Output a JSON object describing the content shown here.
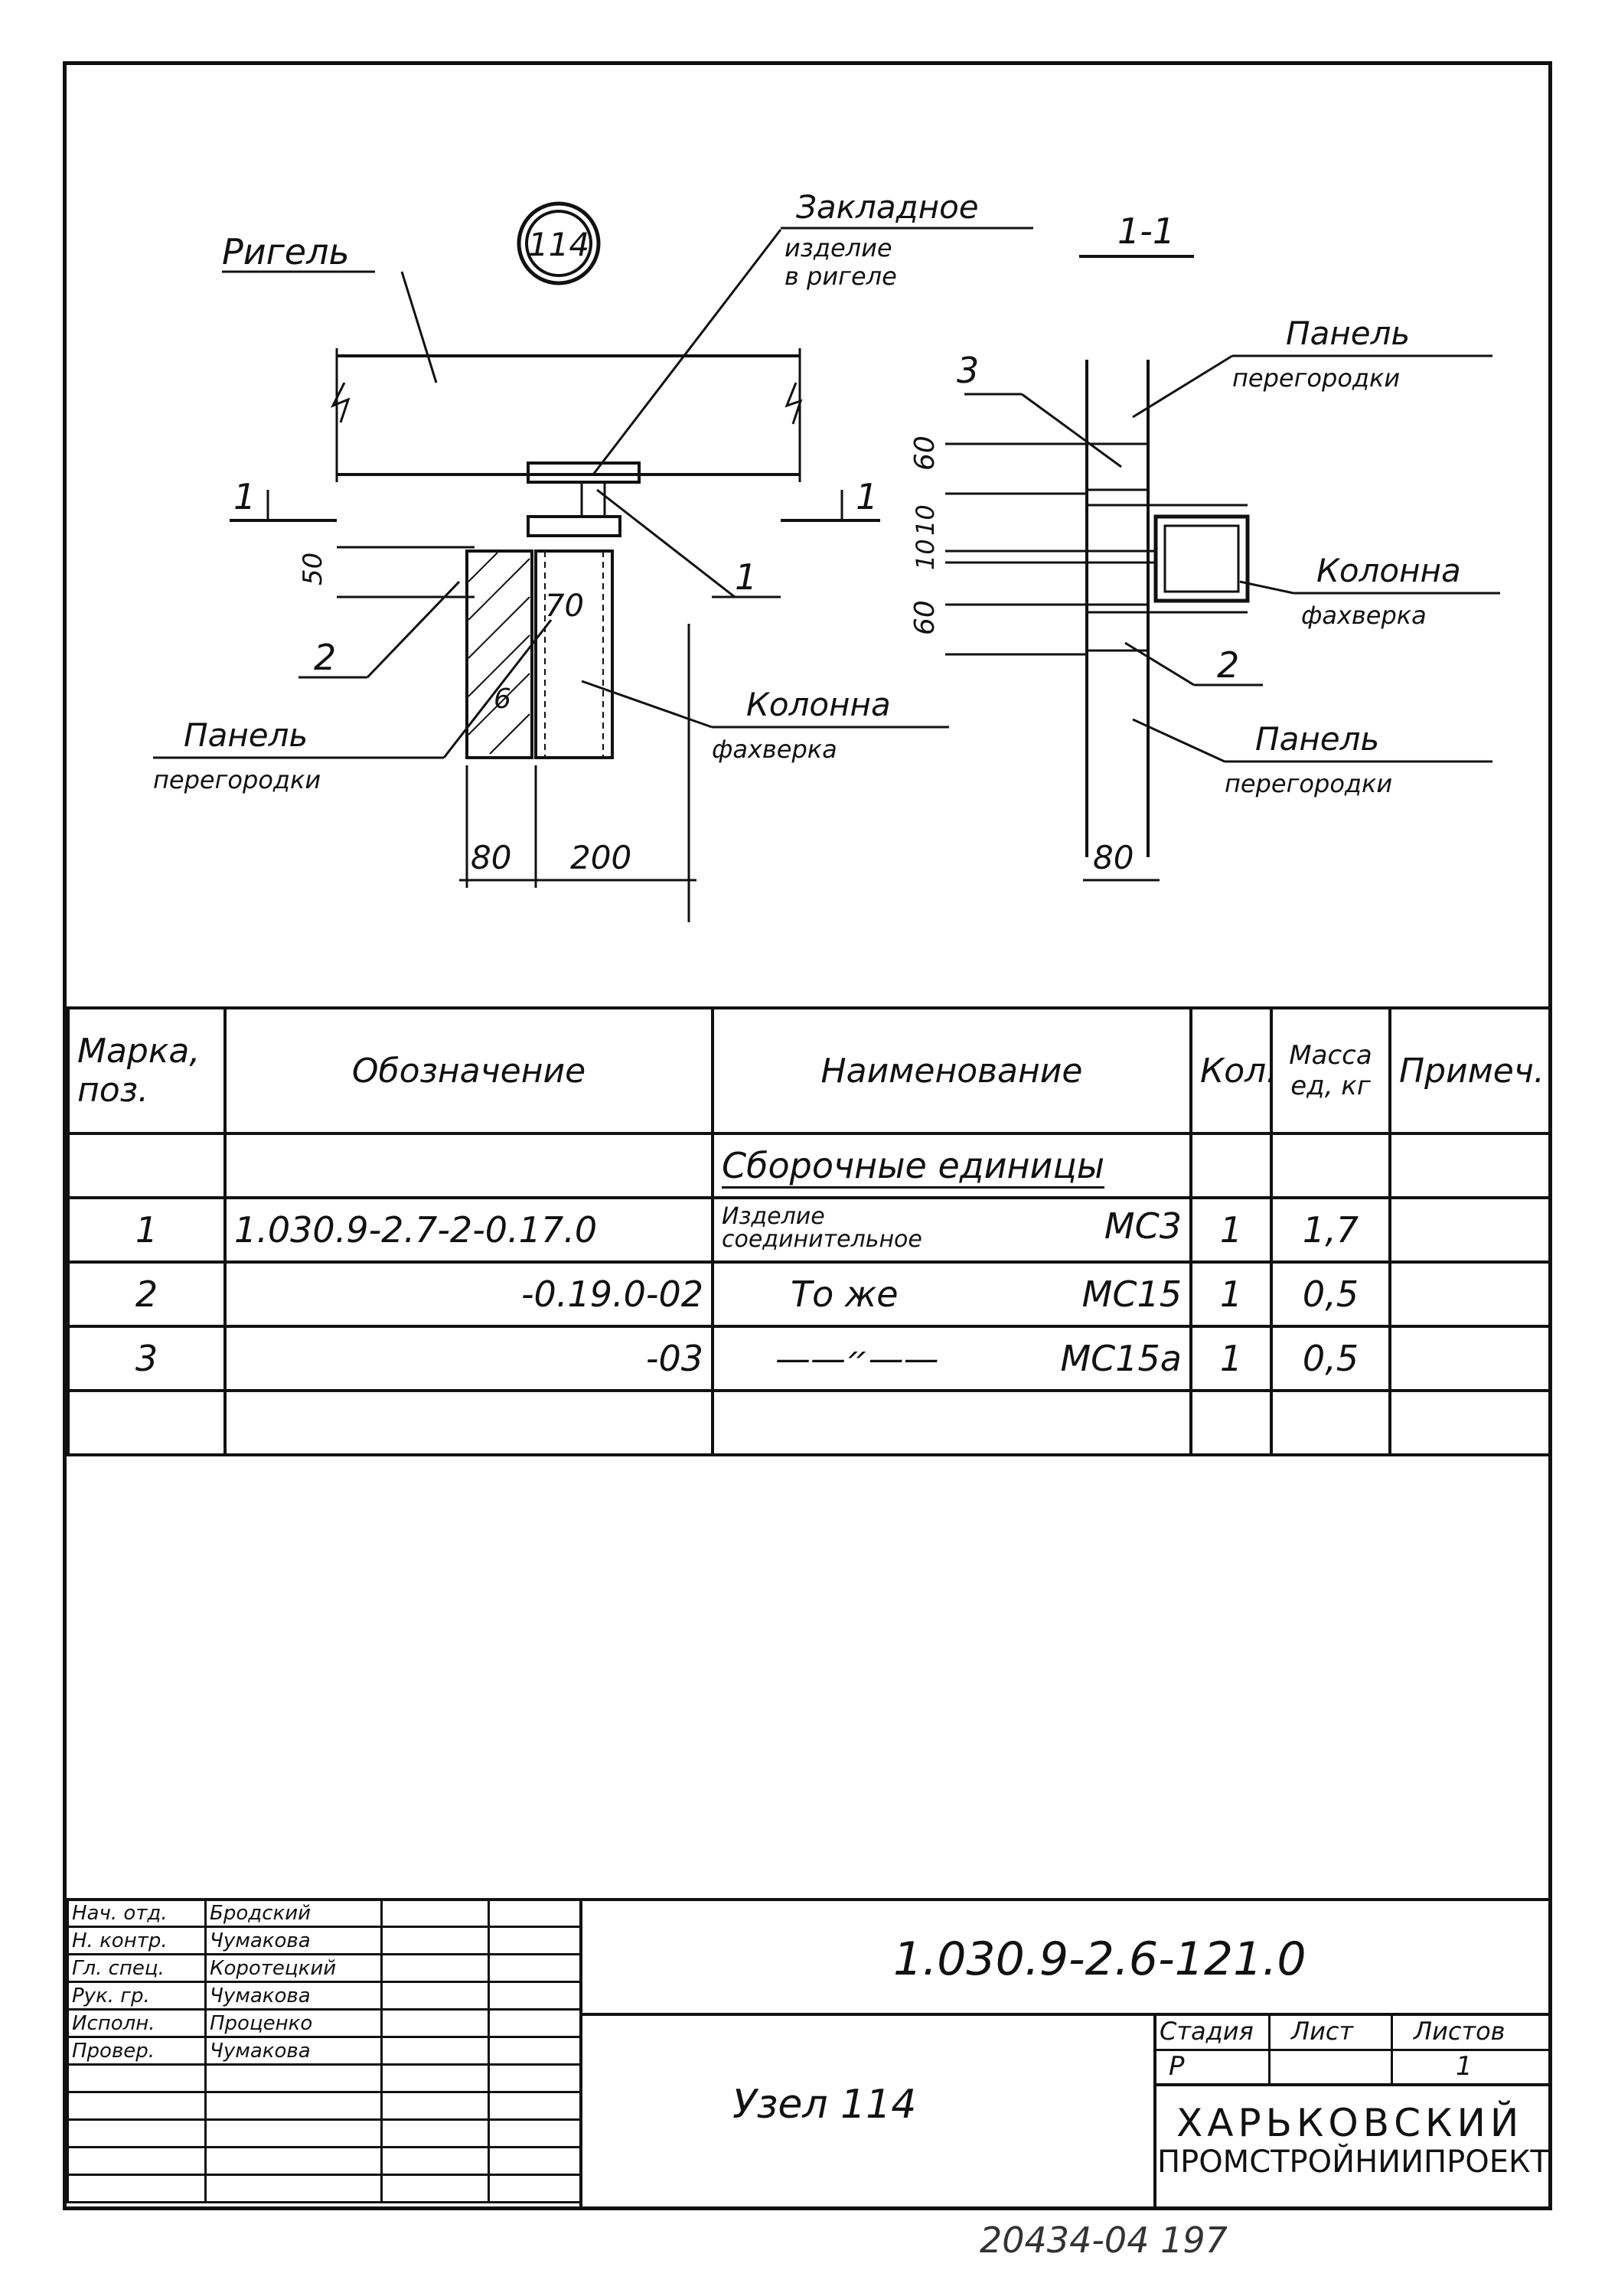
{
  "drawing": {
    "node_number": "114",
    "section_label": "1-1",
    "labels": {
      "rigel": "Ригель",
      "embedded_line1": "Закладное",
      "embedded_line2": "изделие",
      "embedded_line3": "в ригеле",
      "panel_left_line1": "Панель",
      "panel_left_line2": "перегородки",
      "column_left_line1": "Колонна",
      "column_left_line2": "фахверка",
      "panel_right_top_line1": "Панель",
      "panel_right_top_line2": "перегородки",
      "column_right_line1": "Колонна",
      "column_right_line2": "фахверка",
      "panel_right_bottom_line1": "Панель",
      "panel_right_bottom_line2": "перегородки"
    },
    "callouts": {
      "left_1": "1",
      "left_2": "2",
      "right_3": "3",
      "right_2": "2",
      "section_mark_left": "1",
      "section_mark_right": "1"
    },
    "dimensions": {
      "d50": "50",
      "d70": "70",
      "d80_left": "80",
      "d200": "200",
      "d60_top": "60",
      "d10a": "10",
      "d10b": "10",
      "d60_bottom": "60",
      "d80_right": "80",
      "d6": "6"
    }
  },
  "spec_table": {
    "headers": {
      "mark_line1": "Марка,",
      "mark_line2": "поз.",
      "designation": "Обозначение",
      "name": "Наименование",
      "qty": "Кол.",
      "mass_line1": "Масса",
      "mass_line2": "ед, кг",
      "note": "Примеч."
    },
    "section_title": "Сборочные единицы",
    "rows": [
      {
        "pos": "1",
        "designation": "1.030.9-2.7-2-0.17.0",
        "name_line1": "Изделие",
        "name_line2": "соединительное",
        "mark": "МС3",
        "qty": "1",
        "mass": "1,7"
      },
      {
        "pos": "2",
        "designation": "-0.19.0-02",
        "name": "То же",
        "mark": "МС15",
        "qty": "1",
        "mass": "0,5"
      },
      {
        "pos": "3",
        "designation": "-03",
        "name": "——״——",
        "mark": "МС15а",
        "qty": "1",
        "mass": "0,5"
      }
    ]
  },
  "title_block": {
    "signers": [
      {
        "role": "Нач. отд.",
        "name": "Бродский"
      },
      {
        "role": "Н. контр.",
        "name": "Чумакова"
      },
      {
        "role": "Гл. спец.",
        "name": "Коротецкий"
      },
      {
        "role": "Рук. гр.",
        "name": "Чумакова"
      },
      {
        "role": "Исполн.",
        "name": "Проценко"
      },
      {
        "role": "Провер.",
        "name": "Чумакова"
      }
    ],
    "document_code": "1.030.9-2.6-121.0",
    "title": "Узел 114",
    "stage_label": "Стадия",
    "sheet_label": "Лист",
    "sheets_label": "Листов",
    "stage": "Р",
    "sheets": "1",
    "org_line1": "ХАРЬКОВСКИЙ",
    "org_line2": "ПРОМСТРОЙНИИПРОЕКТ"
  },
  "footer_number": "20434-04  197"
}
